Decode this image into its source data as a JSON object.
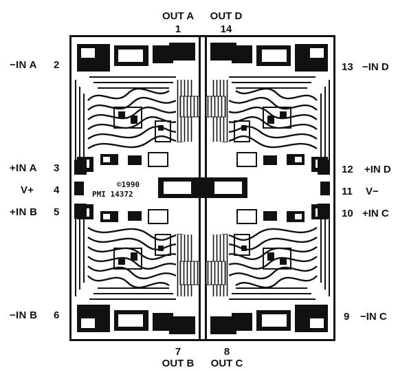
{
  "pins": {
    "out_a": {
      "name": "OUT A",
      "num": "1"
    },
    "out_d": {
      "name": "OUT D",
      "num": "14"
    },
    "in_a_neg": {
      "name": "−IN A",
      "num": "2"
    },
    "in_d_neg": {
      "name": "−IN D",
      "num": "13"
    },
    "in_a_pos": {
      "name": "+IN A",
      "num": "3"
    },
    "in_d_pos": {
      "name": "+IN D",
      "num": "12"
    },
    "v_plus": {
      "name": "V+",
      "num": "4"
    },
    "v_minus": {
      "name": "V−",
      "num": "11"
    },
    "in_b_pos": {
      "name": "+IN B",
      "num": "5"
    },
    "in_c_pos": {
      "name": "+IN C",
      "num": "10"
    },
    "in_b_neg": {
      "name": "−IN B",
      "num": "6"
    },
    "in_c_neg": {
      "name": "−IN C",
      "num": "9"
    },
    "out_b": {
      "name": "OUT B",
      "num": "7"
    },
    "out_c": {
      "name": "OUT C",
      "num": "8"
    }
  },
  "die_marking": {
    "copyright": "©1990",
    "part": "PMI 14372"
  }
}
